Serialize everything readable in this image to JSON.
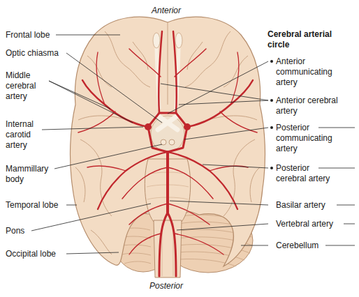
{
  "diagram": {
    "labels": [
      "Anterior",
      "Frontal lobe",
      "Optic chiasma",
      "Middle cerebral artery",
      "Internal carotid artery",
      "Mammillary body",
      "Temporal lobe",
      "Pons",
      "Occipital lobe",
      "Posterior",
      "Cerebral arterial circle",
      "Anterior communicating artery",
      "Anterior cerebral artery",
      "Posterior communicating artery",
      "Posterior cerebral artery",
      "Basilar artery",
      "Vertebral artery",
      "Cerebellum"
    ]
  }
}
